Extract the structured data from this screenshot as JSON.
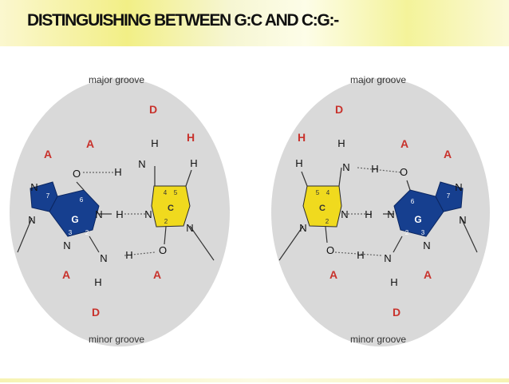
{
  "title": "DISTINGUISHING BETWEEN G:C AND C:G:-",
  "colors": {
    "purine": "#163f8f",
    "pyrimidine": "#f0da1e",
    "groove_letter": "#c8322c",
    "panel": "#d9d9d9"
  },
  "left_panel": {
    "major_groove": "major groove",
    "minor_groove": "minor groove",
    "groove_codes": {
      "major": [
        "A",
        "A",
        "D",
        "H"
      ],
      "minor": [
        "A",
        "D",
        "A"
      ]
    },
    "base_g": "G",
    "base_c": "C",
    "ring_numbers_g": [
      "7",
      "6",
      "2",
      "3"
    ],
    "ring_numbers_c": [
      "4",
      "5",
      "2"
    ],
    "atoms": {
      "N": "N",
      "O": "O",
      "H": "H"
    }
  },
  "right_panel": {
    "major_groove": "major groove",
    "minor_groove": "minor groove",
    "groove_codes": {
      "major": [
        "H",
        "D",
        "A",
        "A"
      ],
      "minor": [
        "A",
        "D",
        "A"
      ]
    },
    "base_c": "C",
    "base_g": "G",
    "ring_numbers_c": [
      "5",
      "4",
      "2"
    ],
    "ring_numbers_g": [
      "6",
      "7",
      "2",
      "3"
    ],
    "atoms": {
      "N": "N",
      "O": "O",
      "H": "H"
    }
  }
}
